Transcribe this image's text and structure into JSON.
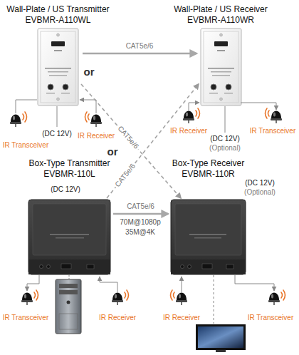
{
  "diagram": {
    "nodes": [
      {
        "text": [
          "Wall-Plate / US Transmitter",
          "EVBMR-A110WL"
        ]
      },
      {
        "text": [
          "Wall-Plate / US Receiver",
          "EVBMR-A110WR"
        ]
      },
      {
        "text": [
          "Box-Type Transmitter",
          "EVBMR-110L"
        ]
      },
      {
        "text": [
          "Box-Type Receiver",
          "EVBMR-110R"
        ]
      }
    ],
    "edges": [
      {
        "from": 0,
        "to": 1,
        "arrow": "to",
        "label": "CAT5e/6"
      },
      {
        "from": 0,
        "to": 3,
        "arrow": "to",
        "label": "CAT5e/6"
      },
      {
        "from": 2,
        "to": 1,
        "arrow": "to",
        "label": "CAT5e/6"
      },
      {
        "from": 2,
        "to": 3,
        "arrow": "to",
        "label": "CAT5e/6"
      }
    ],
    "labels": [
      "or",
      "or",
      "(DC 12V)",
      "IR Receiver",
      "IR Transceiver",
      "IR Receiver",
      "(DC 12V)",
      "(Optional)",
      "IR Transceiver",
      "(DC 12V)",
      "(DC 12V)",
      "(Optional)",
      "70M@1080p",
      "35M@4K",
      "IR Transceiver",
      "IR Receiver",
      "IR Receiver",
      "IR Transceiver"
    ]
  }
}
